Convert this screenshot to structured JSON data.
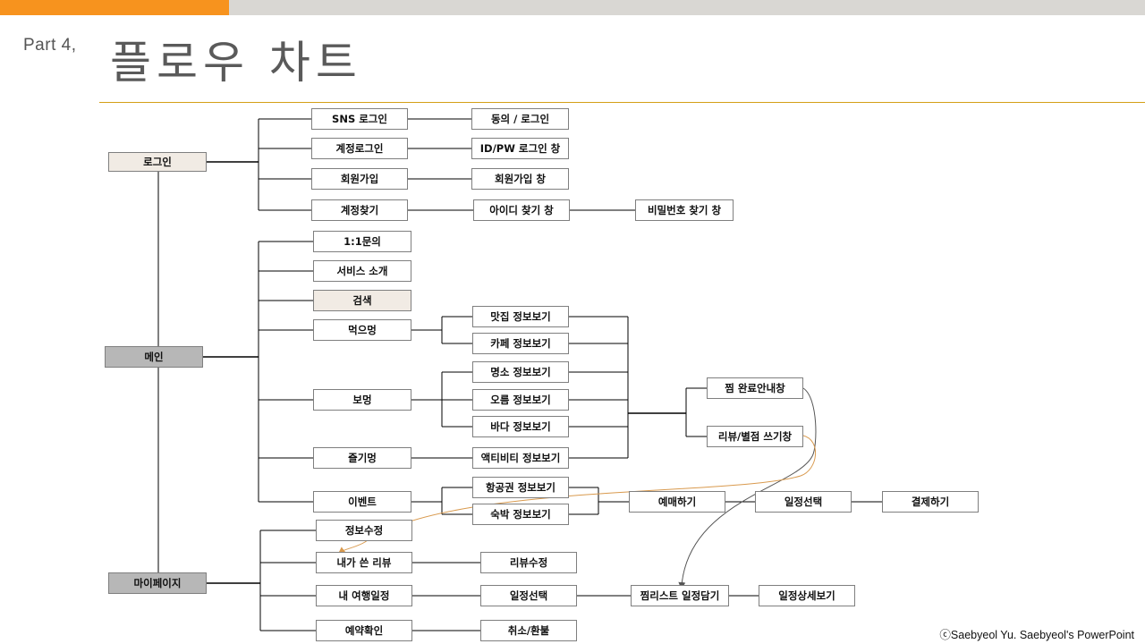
{
  "header": {
    "part": "Part  4,",
    "title": "플로우 차트"
  },
  "nodes": {
    "login": "로그인",
    "sns_login": "SNS 로그인",
    "consent_login": "동의 / 로그인",
    "account_login": "계정로그인",
    "idpw_window": "ID/PW 로그인 창",
    "signup": "회원가입",
    "signup_window": "회원가입 창",
    "find_account": "계정찾기",
    "find_id_window": "아이디 찾기 창",
    "find_pw_window": "비밀번호 찾기 창",
    "main": "메인",
    "inquiry": "1:1문의",
    "service_intro": "서비스 소개",
    "search": "검색",
    "eat": "먹으멍",
    "restaurant_info": "맛집 정보보기",
    "cafe_info": "카페 정보보기",
    "see": "보멍",
    "spot_info": "명소 정보보기",
    "oreum_info": "오름 정보보기",
    "sea_info": "바다 정보보기",
    "enjoy": "즐기멍",
    "activity_info": "액티비티 정보보기",
    "event": "이벤트",
    "flight_info": "항공권 정보보기",
    "lodging_info": "숙박 정보보기",
    "wish_done": "찜 완료안내창",
    "review_write": "리뷰/별점 쓰기창",
    "reserve": "예매하기",
    "schedule_select": "일정선택",
    "pay": "결제하기",
    "mypage": "마이페이지",
    "edit_info": "정보수정",
    "my_reviews": "내가 쓴 리뷰",
    "edit_review": "리뷰수정",
    "my_trip": "내 여행일정",
    "trip_schedule_select": "일정선택",
    "wishlist_schedule": "찜리스트 일정담기",
    "schedule_detail": "일정상세보기",
    "reservation_check": "예약확인",
    "cancel_refund": "취소/환불"
  },
  "footer": {
    "copyright": "ⓒSaebyeol Yu. Saebyeol's PowerPoint"
  },
  "colors": {
    "accent": "#f7931e",
    "rule": "#d4a017",
    "orange_arrow": "#d99a4e",
    "gray_arrow": "#555555"
  }
}
